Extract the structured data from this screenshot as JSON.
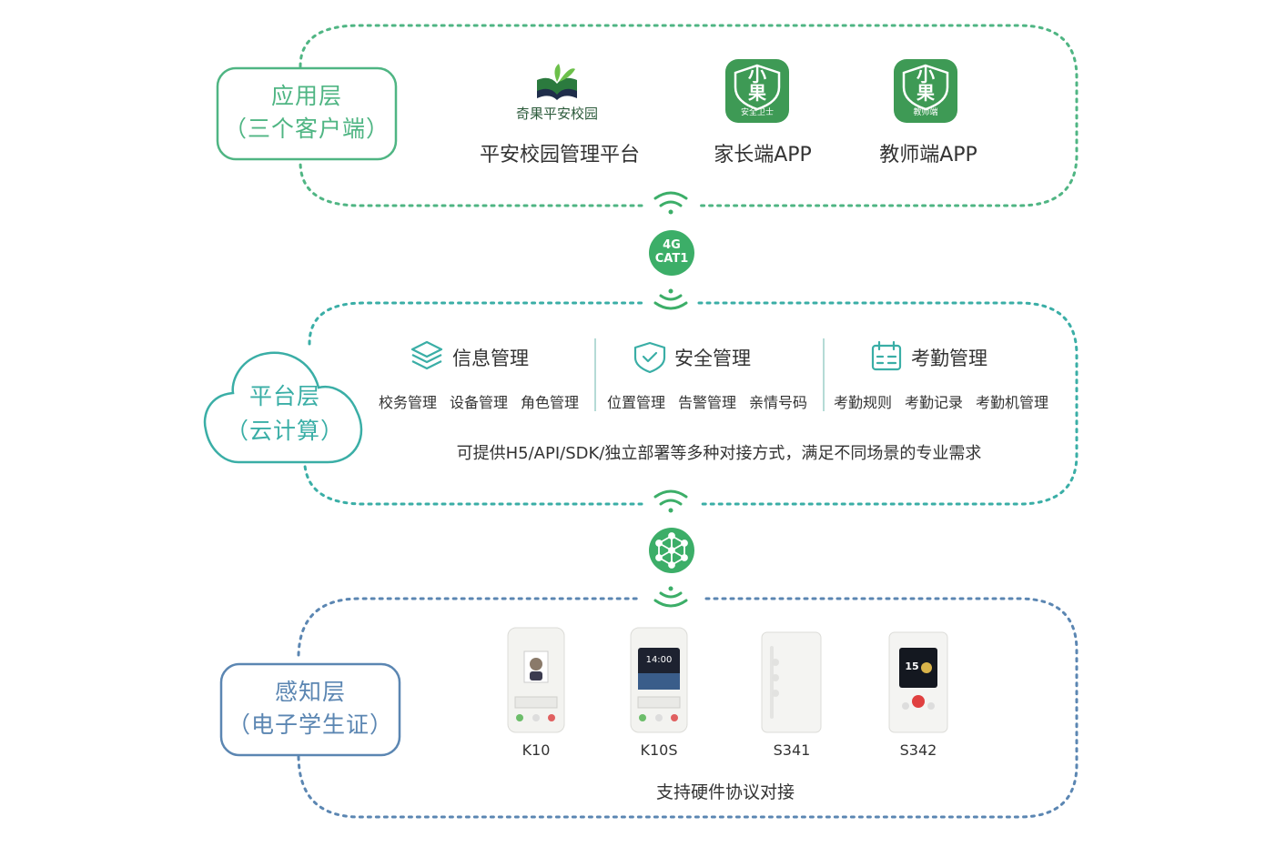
{
  "colors": {
    "app_green": "#4fb583",
    "platform_teal": "#3aaea6",
    "sense_blue": "#5b86b2",
    "badge_green": "#3cae68",
    "icon_green": "#3e9a55"
  },
  "app_layer": {
    "title": "应用层",
    "subtitle": "（三个客户端）",
    "logo_caption": "奇果平安校园",
    "apps": [
      {
        "name": "平安校园管理平台",
        "icon": "book-leaf-logo"
      },
      {
        "name": "家长端APP",
        "icon": "shield-app-icon",
        "icon_big": "小\n果",
        "icon_caption": "安全卫士"
      },
      {
        "name": "教师端APP",
        "icon": "shield-app-icon",
        "icon_big": "小\n果",
        "icon_caption": "教师端"
      }
    ]
  },
  "connector_top": {
    "line1": "4G",
    "line2": "CAT1",
    "icon": "wifi-icon"
  },
  "platform_layer": {
    "title": "平台层",
    "subtitle": "（云计算）",
    "modules": [
      {
        "title": "信息管理",
        "icon": "layers-icon",
        "items": [
          "校务管理",
          "设备管理",
          "角色管理"
        ]
      },
      {
        "title": "安全管理",
        "icon": "shield-check-icon",
        "items": [
          "位置管理",
          "告警管理",
          "亲情号码"
        ]
      },
      {
        "title": "考勤管理",
        "icon": "calendar-icon",
        "items": [
          "考勤规则",
          "考勤记录",
          "考勤机管理"
        ]
      }
    ],
    "note": "可提供H5/API/SDK/独立部署等多种对接方式，满足不同场景的专业需求"
  },
  "connector_bottom": {
    "icon": "network-icon"
  },
  "sense_layer": {
    "title": "感知层",
    "subtitle": "（电子学生证）",
    "devices": [
      {
        "name": "K10",
        "screen_time": ""
      },
      {
        "name": "K10S",
        "screen_time": "14:00"
      },
      {
        "name": "S341",
        "screen_time": ""
      },
      {
        "name": "S342",
        "screen_time": "15"
      }
    ],
    "note": "支持硬件协议对接"
  }
}
